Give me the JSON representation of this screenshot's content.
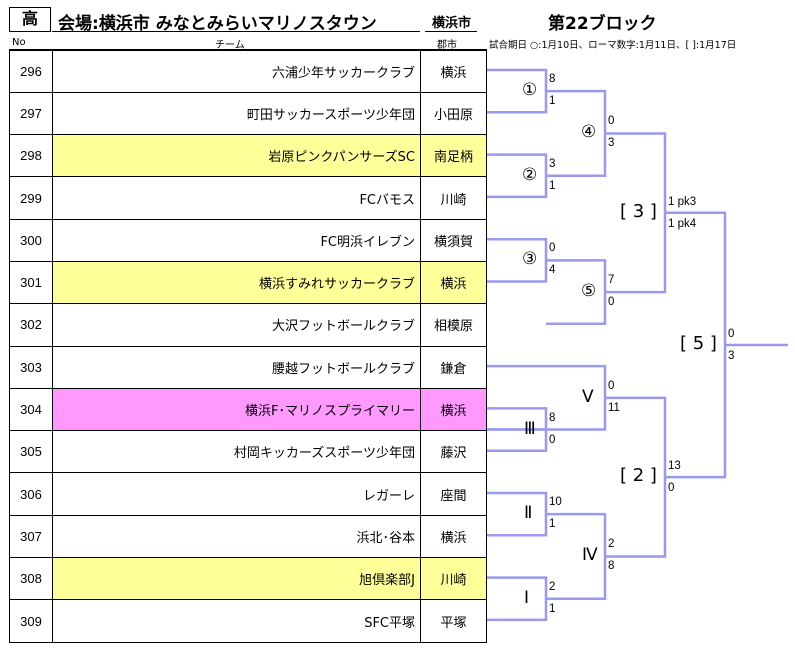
{
  "header": {
    "grade": "高",
    "venue_label": "会場:",
    "venue": "横浜市 みなとみらいマリノスタウン",
    "venue_city": "横浜市",
    "block": "第22ブロック",
    "col_no": "No",
    "col_team": "チーム",
    "col_city": "郡市",
    "legend": "試合期日 ○:1月10日、ローマ数字:1月11日、[ ]:1月17日"
  },
  "teams": [
    {
      "no": "296",
      "name": "六浦少年サッカークラブ",
      "city": "横浜",
      "hl": ""
    },
    {
      "no": "297",
      "name": "町田サッカースポーツ少年団",
      "city": "小田原",
      "hl": ""
    },
    {
      "no": "298",
      "name": "岩原ピンクパンサーズSC",
      "city": "南足柄",
      "hl": "yellow"
    },
    {
      "no": "299",
      "name": "FCバモス",
      "city": "川崎",
      "hl": ""
    },
    {
      "no": "300",
      "name": "FC明浜イレブン",
      "city": "横須賀",
      "hl": ""
    },
    {
      "no": "301",
      "name": "横浜すみれサッカークラブ",
      "city": "横浜",
      "hl": "yellow"
    },
    {
      "no": "302",
      "name": "大沢フットボールクラブ",
      "city": "相模原",
      "hl": ""
    },
    {
      "no": "303",
      "name": "腰越フットボールクラブ",
      "city": "鎌倉",
      "hl": ""
    },
    {
      "no": "304",
      "name": "横浜F･マリノスプライマリー",
      "city": "横浜",
      "hl": "pink"
    },
    {
      "no": "305",
      "name": "村岡キッカーズスポーツ少年団",
      "city": "藤沢",
      "hl": ""
    },
    {
      "no": "306",
      "name": "レガーレ",
      "city": "座間",
      "hl": ""
    },
    {
      "no": "307",
      "name": "浜北･谷本",
      "city": "横浜",
      "hl": ""
    },
    {
      "no": "308",
      "name": "旭倶楽部J",
      "city": "川崎",
      "hl": "yellow"
    },
    {
      "no": "309",
      "name": "SFC平塚",
      "city": "平塚",
      "hl": ""
    }
  ],
  "bracket": {
    "line_color": "#9999ee",
    "matches": {
      "m1": {
        "label": "①",
        "score_top": "8",
        "score_bottom": "1"
      },
      "m2": {
        "label": "②",
        "score_top": "3",
        "score_bottom": "1"
      },
      "m3": {
        "label": "③",
        "score_top": "0",
        "score_bottom": "4"
      },
      "m4": {
        "label": "④",
        "score_top": "0",
        "score_bottom": "3"
      },
      "m5": {
        "label": "⑤",
        "score_top": "7",
        "score_bottom": "0"
      },
      "mI": {
        "label": "Ⅰ",
        "score_top": "2",
        "score_bottom": "1"
      },
      "mII": {
        "label": "Ⅱ",
        "score_top": "10",
        "score_bottom": "1"
      },
      "mIII": {
        "label": "Ⅲ",
        "score_top": "8",
        "score_bottom": "0"
      },
      "mIV": {
        "label": "Ⅳ",
        "score_top": "2",
        "score_bottom": "8"
      },
      "mV": {
        "label": "Ⅴ",
        "score_top": "0",
        "score_bottom": "11"
      },
      "s3": {
        "label": "[ 3 ]",
        "score_top": "1 pk3",
        "score_bottom": "1 pk4"
      },
      "s2": {
        "label": "[ 2 ]",
        "score_top": "13",
        "score_bottom": "0"
      },
      "s5": {
        "label": "[ 5 ]",
        "score_top": "0",
        "score_bottom": "3"
      }
    }
  }
}
